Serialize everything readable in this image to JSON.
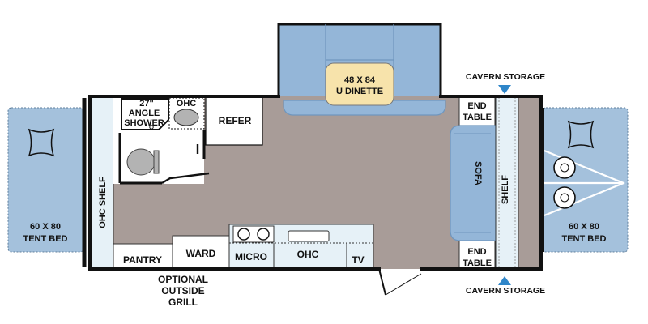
{
  "colors": {
    "floor": "#a89c98",
    "wall": "#111111",
    "blue": "#94b6d8",
    "blue_dark": "#6f96be",
    "cabinet": "#e6f1f7",
    "dinette_table": "#f7e3ab",
    "tent_fill": "#a4c1dc",
    "arrow": "#2f86c9"
  },
  "labels": {
    "cavern_top": "CAVERN STORAGE",
    "cavern_bottom": "CAVERN STORAGE",
    "tent_left_1": "60 X 80",
    "tent_left_2": "TENT BED",
    "tent_right_1": "60 X 80",
    "tent_right_2": "TENT BED",
    "dinette_1": "48 X 84",
    "dinette_2": "U DINETTE",
    "shower_1": "27\"",
    "shower_2": "ANGLE",
    "shower_3": "SHOWER",
    "ohc_bath": "OHC",
    "refer": "REFER",
    "ohc_shelf": "OHC SHELF",
    "end_table_top_1": "END",
    "end_table_top_2": "TABLE",
    "end_table_bot_1": "END",
    "end_table_bot_2": "TABLE",
    "sofa": "SOFA",
    "shelf": "SHELF",
    "pantry": "PANTRY",
    "ward": "WARD",
    "micro": "MICRO",
    "ohc_kitchen": "OHC",
    "tv": "TV",
    "grill_1": "OPTIONAL",
    "grill_2": "OUTSIDE",
    "grill_3": "GRILL"
  }
}
